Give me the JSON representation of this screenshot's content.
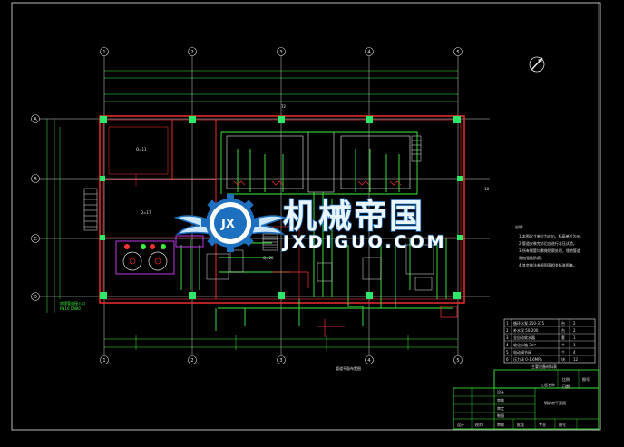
{
  "drawing": {
    "axes_columns": [
      "1",
      "2",
      "3",
      "4",
      "5"
    ],
    "axes_rows": [
      "A",
      "B",
      "C",
      "D"
    ],
    "top_dim_label": "72",
    "room_label_a": "Q=11",
    "room_label_b": "Q=17",
    "room_label_c": "Q=20",
    "plan_caption": "管道平面布置图",
    "left_note_1": "地埋管道接入口",
    "left_note_2": "PN16 DN80",
    "right_dim_label": "18"
  },
  "notes": {
    "title": "说明:",
    "lines": [
      "1.本图尺寸单位为mm，标高单位为m。",
      "2.管道安装完毕后应进行水压试验。",
      "3.所有钢管均需做防腐处理，埋地管道",
      "  做加强级防腐。",
      "4.其余做法参照国家相关标准图集。"
    ]
  },
  "legend": {
    "rows": [
      [
        "1",
        "循环水泵 250-315",
        "台",
        "2"
      ],
      [
        "2",
        "补水泵 50-200",
        "台",
        "2"
      ],
      [
        "3",
        "全自动软水器",
        "套",
        "1"
      ],
      [
        "4",
        "软化水箱 3m³",
        "个",
        "1"
      ],
      [
        "5",
        "电动调节阀",
        "个",
        "4"
      ],
      [
        "6",
        "压力表 0-1.6MPa",
        "块",
        "12"
      ]
    ],
    "caption": "主要设备材料表"
  },
  "title_block": {
    "row_labels": [
      "设计",
      "审核",
      "审定",
      "制图"
    ],
    "project": "工程名称",
    "drawing_name": "锅炉房平面图",
    "scale_label": "比例",
    "sheet_label": "图号",
    "date_label": "日期",
    "bottom_cells": [
      "设计",
      "校对",
      "审核",
      "批准",
      "专业",
      "图号"
    ]
  },
  "watermark": {
    "emblem_text": "JX",
    "name_cn": "机械帝国",
    "url": "JXDIGUO.COM"
  },
  "colors": {
    "background": "#000000",
    "white_line": "#e6e6e6",
    "wall_red": "#ff3030",
    "pipe_green": "#3cf03c",
    "column_green": "#2ee86a",
    "pipe_magenta": "#d040ff",
    "logo_blue": "#1d6fbf"
  }
}
